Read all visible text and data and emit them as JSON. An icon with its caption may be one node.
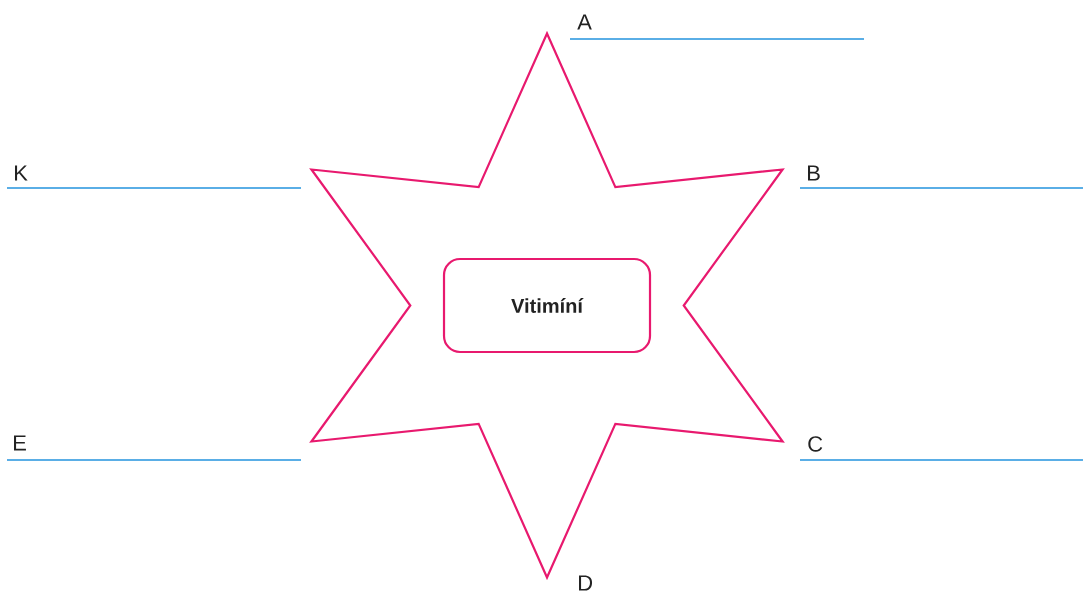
{
  "diagram": {
    "nodes": [
      {
        "text": [],
        "shape": "star"
      },
      {
        "text": [
          "Vitimíní"
        ],
        "in": 0
      }
    ],
    "labels": [
      "A",
      "K",
      "B",
      "E",
      "C",
      "D"
    ]
  }
}
